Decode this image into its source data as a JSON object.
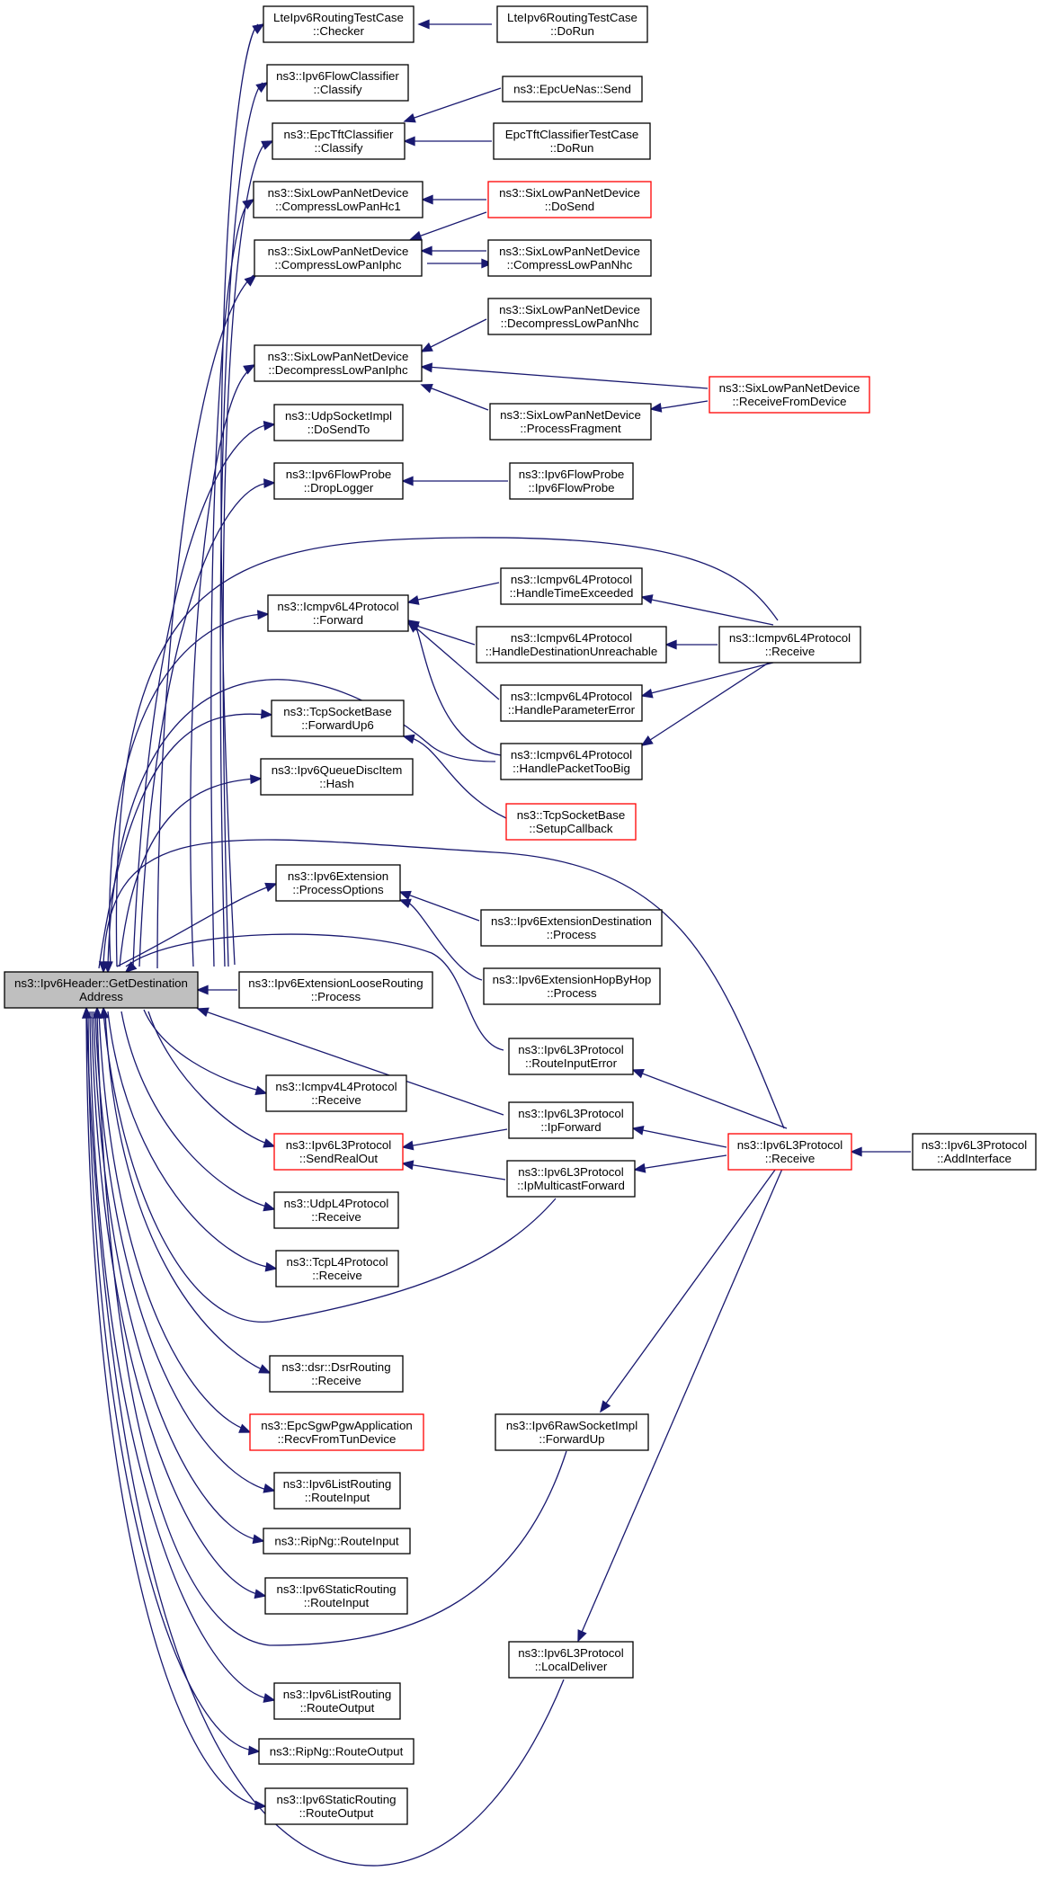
{
  "colors": {
    "edge": "#191970",
    "normal_border": "#000000",
    "truncated_border": "#ff0000",
    "root_fill": "#bfbfbf"
  },
  "nodes": [
    {
      "id": "root",
      "lines": [
        "ns3::Ipv6Header::GetDestination",
        "Address"
      ],
      "border": "black",
      "root": true
    },
    {
      "id": "lte_checker",
      "lines": [
        "LteIpv6RoutingTestCase",
        "::Checker"
      ],
      "border": "black"
    },
    {
      "id": "lte_dorun",
      "lines": [
        "LteIpv6RoutingTestCase",
        "::DoRun"
      ],
      "border": "black"
    },
    {
      "id": "flow_classify",
      "lines": [
        "ns3::Ipv6FlowClassifier",
        "::Classify"
      ],
      "border": "black"
    },
    {
      "id": "epc_classify",
      "lines": [
        "ns3::EpcTftClassifier",
        "::Classify"
      ],
      "border": "black"
    },
    {
      "id": "epcue_send",
      "lines": [
        "ns3::EpcUeNas::Send"
      ],
      "border": "black"
    },
    {
      "id": "epctest_dorun",
      "lines": [
        "EpcTftClassifierTestCase",
        "::DoRun"
      ],
      "border": "black"
    },
    {
      "id": "hc1",
      "lines": [
        "ns3::SixLowPanNetDevice",
        "::CompressLowPanHc1"
      ],
      "border": "black"
    },
    {
      "id": "dosend",
      "lines": [
        "ns3::SixLowPanNetDevice",
        "::DoSend"
      ],
      "border": "red"
    },
    {
      "id": "iphc",
      "lines": [
        "ns3::SixLowPanNetDevice",
        "::CompressLowPanIphc"
      ],
      "border": "black"
    },
    {
      "id": "nhc",
      "lines": [
        "ns3::SixLowPanNetDevice",
        "::CompressLowPanNhc"
      ],
      "border": "black"
    },
    {
      "id": "decomp_nhc",
      "lines": [
        "ns3::SixLowPanNetDevice",
        "::DecompressLowPanNhc"
      ],
      "border": "black"
    },
    {
      "id": "decomp_iphc",
      "lines": [
        "ns3::SixLowPanNetDevice",
        "::DecompressLowPanIphc"
      ],
      "border": "black"
    },
    {
      "id": "recv_from_device",
      "lines": [
        "ns3::SixLowPanNetDevice",
        "::ReceiveFromDevice"
      ],
      "border": "red"
    },
    {
      "id": "proc_frag",
      "lines": [
        "ns3::SixLowPanNetDevice",
        "::ProcessFragment"
      ],
      "border": "black"
    },
    {
      "id": "udp_dosendto",
      "lines": [
        "ns3::UdpSocketImpl",
        "::DoSendTo"
      ],
      "border": "black"
    },
    {
      "id": "droplogger",
      "lines": [
        "ns3::Ipv6FlowProbe",
        "::DropLogger"
      ],
      "border": "black"
    },
    {
      "id": "flowprobe",
      "lines": [
        "ns3::Ipv6FlowProbe",
        "::Ipv6FlowProbe"
      ],
      "border": "black"
    },
    {
      "id": "icmp_time",
      "lines": [
        "ns3::Icmpv6L4Protocol",
        "::HandleTimeExceeded"
      ],
      "border": "black"
    },
    {
      "id": "icmp_forward",
      "lines": [
        "ns3::Icmpv6L4Protocol",
        "::Forward"
      ],
      "border": "black"
    },
    {
      "id": "icmp_dest",
      "lines": [
        "ns3::Icmpv6L4Protocol",
        "::HandleDestinationUnreachable"
      ],
      "border": "black"
    },
    {
      "id": "icmp_receive",
      "lines": [
        "ns3::Icmpv6L4Protocol",
        "::Receive"
      ],
      "border": "black"
    },
    {
      "id": "icmp_param",
      "lines": [
        "ns3::Icmpv6L4Protocol",
        "::HandleParameterError"
      ],
      "border": "black"
    },
    {
      "id": "tcp_fwdup6",
      "lines": [
        "ns3::TcpSocketBase",
        "::ForwardUp6"
      ],
      "border": "black"
    },
    {
      "id": "icmp_toobig",
      "lines": [
        "ns3::Icmpv6L4Protocol",
        "::HandlePacketTooBig"
      ],
      "border": "black"
    },
    {
      "id": "qdisc_hash",
      "lines": [
        "ns3::Ipv6QueueDiscItem",
        "::Hash"
      ],
      "border": "black"
    },
    {
      "id": "tcp_setup",
      "lines": [
        "ns3::TcpSocketBase",
        "::SetupCallback"
      ],
      "border": "red"
    },
    {
      "id": "ext_procopt",
      "lines": [
        "ns3::Ipv6Extension",
        "::ProcessOptions"
      ],
      "border": "black"
    },
    {
      "id": "ext_dest",
      "lines": [
        "ns3::Ipv6ExtensionDestination",
        "::Process"
      ],
      "border": "black"
    },
    {
      "id": "ext_hop",
      "lines": [
        "ns3::Ipv6ExtensionHopByHop",
        "::Process"
      ],
      "border": "black"
    },
    {
      "id": "ext_loose",
      "lines": [
        "ns3::Ipv6ExtensionLooseRouting",
        "::Process"
      ],
      "border": "black"
    },
    {
      "id": "l3_routeerr",
      "lines": [
        "ns3::Ipv6L3Protocol",
        "::RouteInputError"
      ],
      "border": "black"
    },
    {
      "id": "icmpv4_recv",
      "lines": [
        "ns3::Icmpv4L4Protocol",
        "::Receive"
      ],
      "border": "black"
    },
    {
      "id": "l3_ipfwd",
      "lines": [
        "ns3::Ipv6L3Protocol",
        "::IpForward"
      ],
      "border": "black"
    },
    {
      "id": "l3_sendreal",
      "lines": [
        "ns3::Ipv6L3Protocol",
        "::SendRealOut"
      ],
      "border": "red"
    },
    {
      "id": "l3_receive",
      "lines": [
        "ns3::Ipv6L3Protocol",
        "::Receive"
      ],
      "border": "red"
    },
    {
      "id": "l3_addif",
      "lines": [
        "ns3::Ipv6L3Protocol",
        "::AddInterface"
      ],
      "border": "black"
    },
    {
      "id": "l3_mcast",
      "lines": [
        "ns3::Ipv6L3Protocol",
        "::IpMulticastForward"
      ],
      "border": "black"
    },
    {
      "id": "udp_recv",
      "lines": [
        "ns3::UdpL4Protocol",
        "::Receive"
      ],
      "border": "black"
    },
    {
      "id": "tcp_recv",
      "lines": [
        "ns3::TcpL4Protocol",
        "::Receive"
      ],
      "border": "black"
    },
    {
      "id": "dsr_recv",
      "lines": [
        "ns3::dsr::DsrRouting",
        "::Receive"
      ],
      "border": "black"
    },
    {
      "id": "epcsgw",
      "lines": [
        "ns3::EpcSgwPgwApplication",
        "::RecvFromTunDevice"
      ],
      "border": "red"
    },
    {
      "id": "raw_fwdup",
      "lines": [
        "ns3::Ipv6RawSocketImpl",
        "::ForwardUp"
      ],
      "border": "black"
    },
    {
      "id": "list_rin",
      "lines": [
        "ns3::Ipv6ListRouting",
        "::RouteInput"
      ],
      "border": "black"
    },
    {
      "id": "rip_rin",
      "lines": [
        "ns3::RipNg::RouteInput"
      ],
      "border": "black"
    },
    {
      "id": "static_rin",
      "lines": [
        "ns3::Ipv6StaticRouting",
        "::RouteInput"
      ],
      "border": "black"
    },
    {
      "id": "l3_local",
      "lines": [
        "ns3::Ipv6L3Protocol",
        "::LocalDeliver"
      ],
      "border": "black"
    },
    {
      "id": "list_rout",
      "lines": [
        "ns3::Ipv6ListRouting",
        "::RouteOutput"
      ],
      "border": "black"
    },
    {
      "id": "rip_rout",
      "lines": [
        "ns3::RipNg::RouteOutput"
      ],
      "border": "black"
    },
    {
      "id": "static_rout",
      "lines": [
        "ns3::Ipv6StaticRouting",
        "::RouteOutput"
      ],
      "border": "black"
    }
  ]
}
